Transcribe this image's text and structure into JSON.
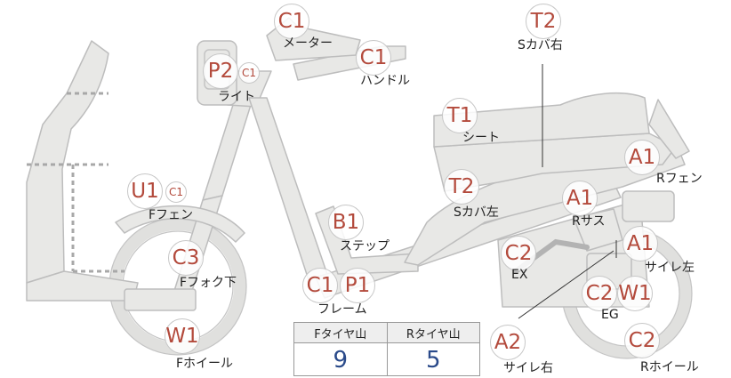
{
  "parts": [
    {
      "id": "meter",
      "codes": [
        "C1"
      ],
      "label": "メーター"
    },
    {
      "id": "handle",
      "codes": [
        "C1"
      ],
      "label": "ハンドル"
    },
    {
      "id": "light",
      "codes": [
        "P2",
        "C1"
      ],
      "label": "ライト"
    },
    {
      "id": "side-cover-right",
      "codes": [
        "T2"
      ],
      "label": "Sカバ右"
    },
    {
      "id": "seat",
      "codes": [
        "T1"
      ],
      "label": "シート"
    },
    {
      "id": "rear-fender",
      "codes": [
        "A1"
      ],
      "label": "Rフェン"
    },
    {
      "id": "front-fender",
      "codes": [
        "U1",
        "C1"
      ],
      "label": "Fフェン"
    },
    {
      "id": "side-cover-left",
      "codes": [
        "T2"
      ],
      "label": "Sカバ左"
    },
    {
      "id": "rear-suspension",
      "codes": [
        "A1"
      ],
      "label": "Rサス"
    },
    {
      "id": "step",
      "codes": [
        "B1"
      ],
      "label": "ステップ"
    },
    {
      "id": "muffler-left",
      "codes": [
        "A1"
      ],
      "label": "サイレ左"
    },
    {
      "id": "front-fork-lower",
      "codes": [
        "C3"
      ],
      "label": "Fフォク下"
    },
    {
      "id": "exhaust",
      "codes": [
        "C2"
      ],
      "label": "EX"
    },
    {
      "id": "frame",
      "codes": [
        "C1",
        "P1"
      ],
      "label": "フレーム"
    },
    {
      "id": "engine",
      "codes": [
        "C2",
        "W1"
      ],
      "label": "EG"
    },
    {
      "id": "front-wheel",
      "codes": [
        "W1"
      ],
      "label": "Fホイール"
    },
    {
      "id": "muffler-right",
      "codes": [
        "A2"
      ],
      "label": "サイレ右"
    },
    {
      "id": "rear-wheel",
      "codes": [
        "C2"
      ],
      "label": "Rホイール"
    }
  ],
  "tire_tread": {
    "front_label": "Fタイヤ山",
    "front_value": "9",
    "rear_label": "Rタイヤ山",
    "rear_value": "5"
  },
  "colors": {
    "code_text": "#b34a3c",
    "value_text": "#2a4a8a",
    "part_fill": "#e8e8e6",
    "outline": "#bdbdbd",
    "dotted_line": "#a8a8a8"
  }
}
